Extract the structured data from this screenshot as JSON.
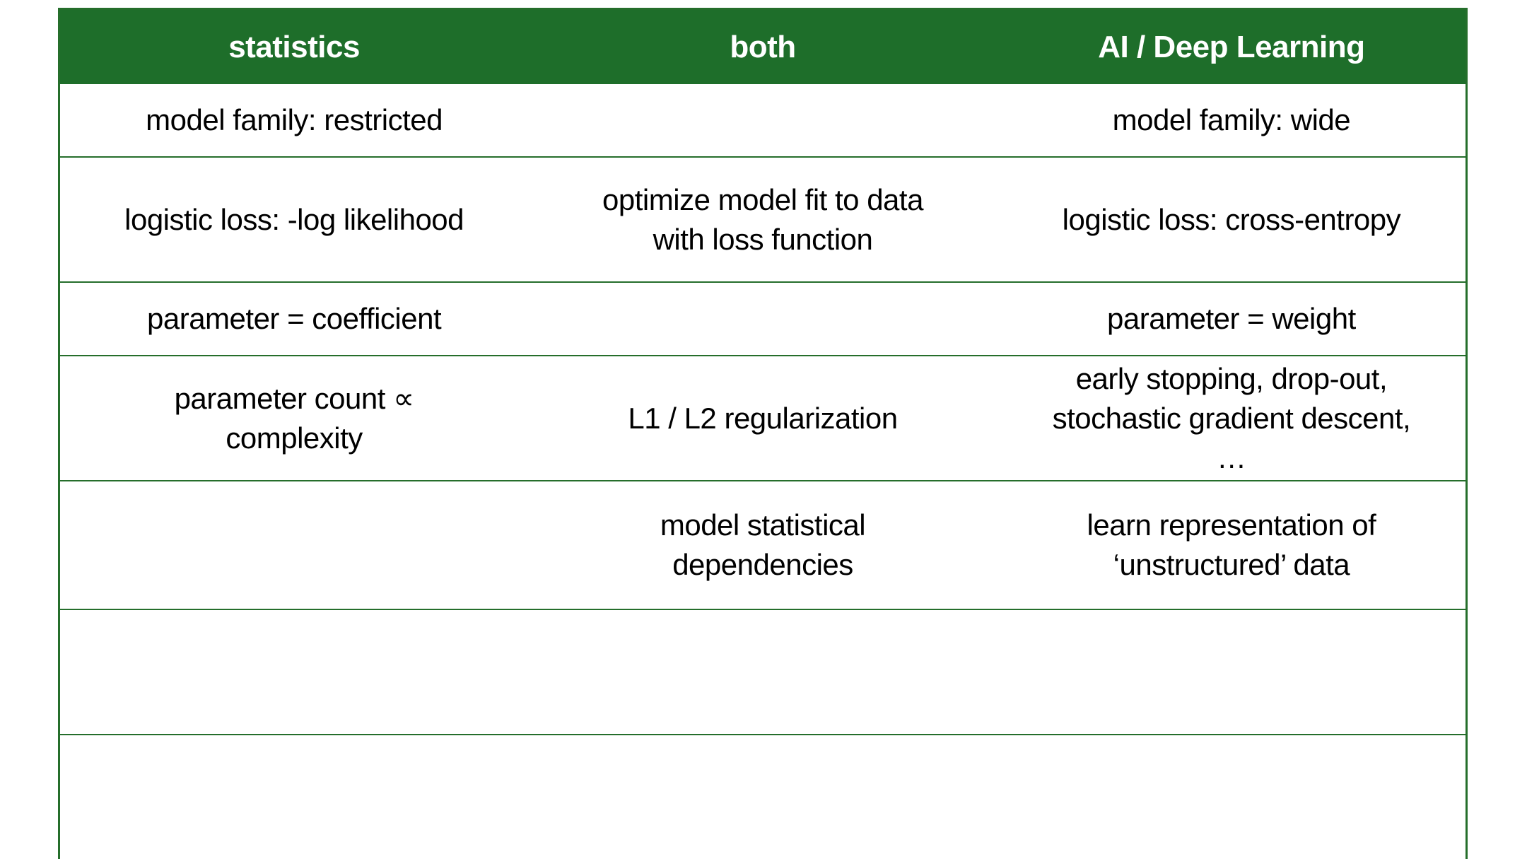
{
  "colors": {
    "header_green": "#1e6e2a",
    "border_green": "#256e2b",
    "text": "#000000",
    "background": "#ffffff"
  },
  "table": {
    "headers": [
      {
        "label": "statistics"
      },
      {
        "label": "both"
      },
      {
        "label": "AI / Deep Learning"
      }
    ],
    "rows": [
      {
        "cells": [
          "model family: restricted",
          "",
          "model family: wide"
        ]
      },
      {
        "cells": [
          "logistic loss: -log likelihood",
          "optimize model fit to data\nwith loss function",
          "logistic loss: cross-entropy"
        ]
      },
      {
        "cells": [
          "parameter = coefficient",
          "",
          "parameter = weight"
        ]
      },
      {
        "cells": [
          "parameter count ∝\ncomplexity",
          "L1 / L2 regularization",
          "early stopping, drop-out,\nstochastic gradient descent,\n…"
        ]
      },
      {
        "cells": [
          "",
          "model statistical\ndependencies",
          "learn representation of\n‘unstructured’ data"
        ]
      },
      {
        "cells": [
          "",
          "",
          ""
        ]
      },
      {
        "cells": [
          "",
          "",
          ""
        ]
      }
    ]
  }
}
